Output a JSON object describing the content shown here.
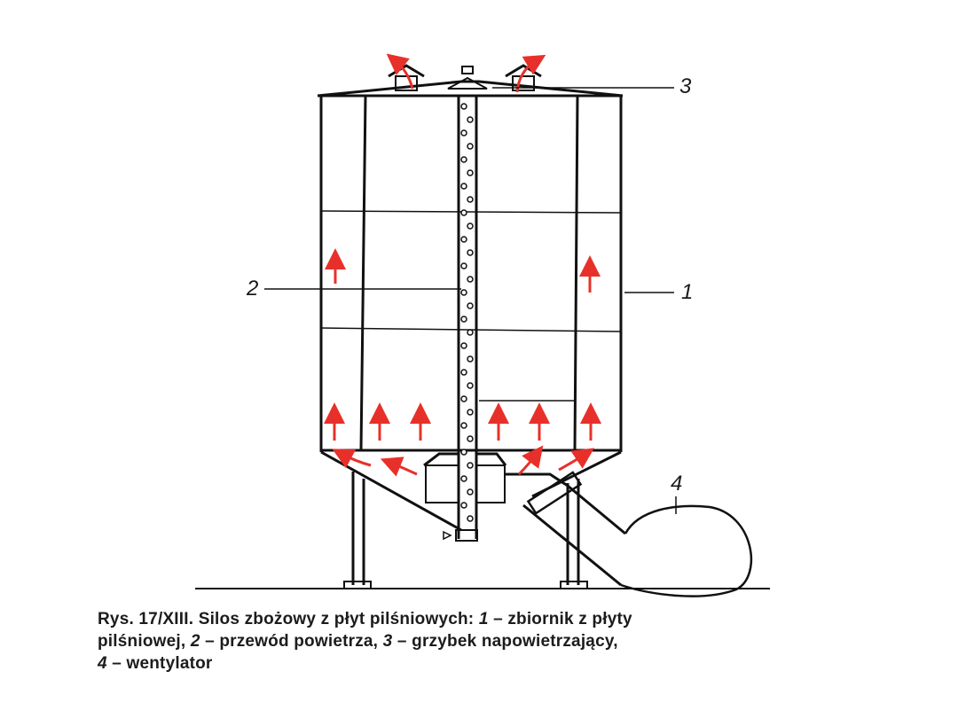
{
  "figure": {
    "labels": {
      "l1": "1",
      "l2": "2",
      "l3": "3",
      "l4": "4"
    },
    "caption": {
      "line1_prefix": "Rys. 17/XIII. Silos zbożowy z płyt pilśniowych: ",
      "n1": "1",
      "t1": " – zbiornik z płyty",
      "line2_prefix": "pilśniowej, ",
      "n2": "2",
      "t2": " – przewód powietrza, ",
      "n3": "3",
      "t3": " – grzybek napowietrzający,",
      "n4": "4",
      "t4": " – wentylator"
    },
    "parts": [
      {
        "number": "1",
        "name": "zbiornik z płyty pilśniowej"
      },
      {
        "number": "2",
        "name": "przewód powietrza"
      },
      {
        "number": "3",
        "name": "grzybek napowietrzający"
      },
      {
        "number": "4",
        "name": "wentylator"
      }
    ],
    "colors": {
      "line": "#111111",
      "airflow": "#e8302a"
    }
  }
}
